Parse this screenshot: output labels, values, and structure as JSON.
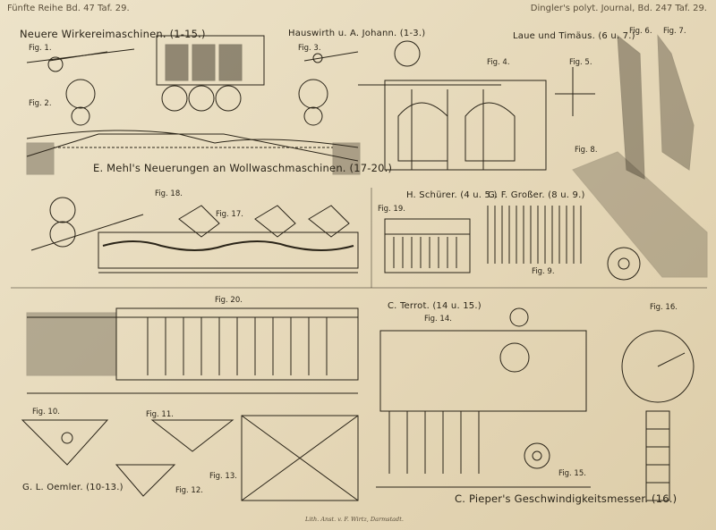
{
  "header": {
    "series_left": "Fünfte Reihe Bd. 47 Taf. 29.",
    "journal_right": "Dingler's polyt. Journal, Bd. 247 Taf. 29."
  },
  "sections": {
    "wirkerei": "Neuere Wirkereimaschinen. (1-15.)",
    "hauswirth": "Hauswirth u. A. Johann. (1-3.)",
    "laue": "Laue und Timäus. (6 u. 7.)",
    "mehl": "E. Mehl's Neuerungen an Wollwaschmaschinen. (17-20.)",
    "schuerer": "H. Schürer. (4 u. 5.)",
    "grosser": "G. F. Großer. (8 u. 9.)",
    "terrot": "C. Terrot. (14 u. 15.)",
    "oemler": "G. L. Oemler. (10-13.)",
    "pieper": "C. Pieper's Geschwindigkeitsmesser. (16.)"
  },
  "figures": {
    "fig1": "Fig. 1.",
    "fig2": "Fig. 2.",
    "fig3": "Fig. 3.",
    "fig4": "Fig. 4.",
    "fig5": "Fig. 5.",
    "fig6": "Fig. 6.",
    "fig7": "Fig. 7.",
    "fig8": "Fig. 8.",
    "fig9": "Fig. 9.",
    "fig10": "Fig. 10.",
    "fig11": "Fig. 11.",
    "fig12": "Fig. 12.",
    "fig13": "Fig. 13.",
    "fig14": "Fig. 14.",
    "fig15": "Fig. 15.",
    "fig16": "Fig. 16.",
    "fig17": "Fig. 17.",
    "fig18": "Fig. 18.",
    "fig19": "Fig. 19.",
    "fig20": "Fig. 20."
  },
  "footer": {
    "imprint": "Lith. Anst. v. F. Wirtz, Darmstadt."
  }
}
